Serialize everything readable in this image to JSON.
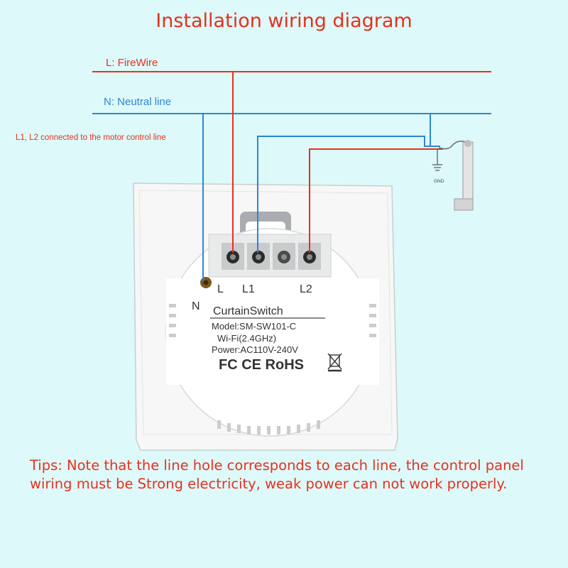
{
  "title": "Installation wiring diagram",
  "labels": {
    "fire_wire": "L: FireWire",
    "neutral_line": "N: Neutral line",
    "motor_control": "L1, L2 connected to the motor control line"
  },
  "terminals": {
    "l": "L",
    "l1": "L1",
    "l2": "L2",
    "n": "N"
  },
  "device": {
    "name": "CurtainSwitch",
    "model": "Model:SM-SW101-C",
    "wifi": "Wi-Fi(2.4GHz)",
    "power": "Power:AC110V-240V",
    "certifications": "FC CE RoHS"
  },
  "gnd": "GND",
  "tips": "Tips: Note that the line hole corresponds to each line, the control panel wiring must be Strong electricity, weak power can not work properly.",
  "colors": {
    "red_wire": "#e8301e",
    "blue_wire": "#2e86d6",
    "background": "#ddf9f9"
  }
}
